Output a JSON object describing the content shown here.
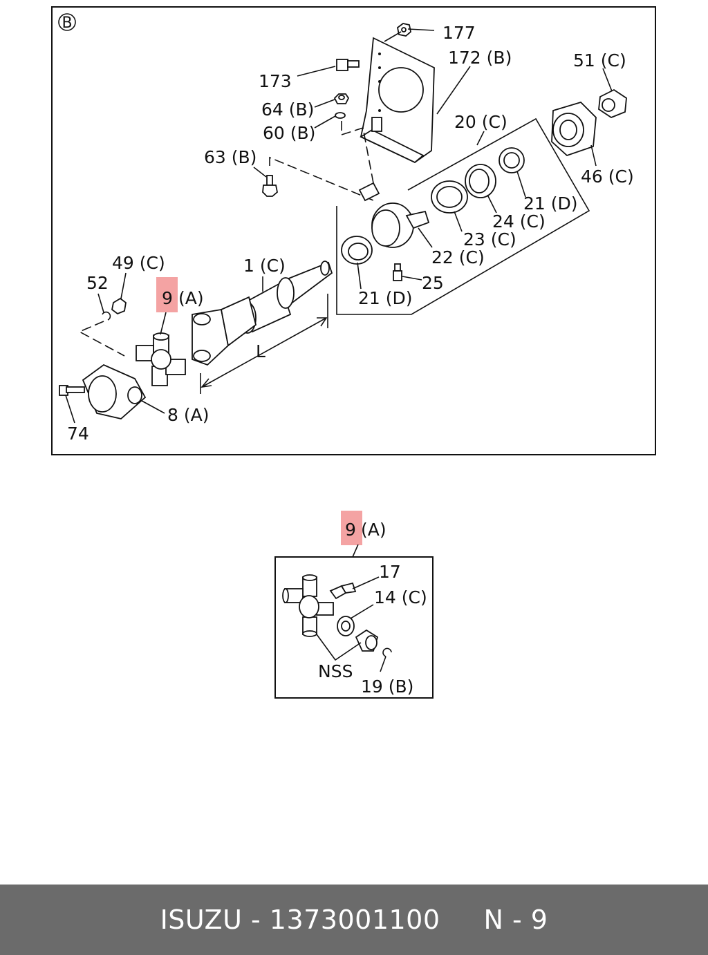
{
  "top_section": {
    "marker": "B",
    "labels": {
      "p177": "177",
      "p172": "172 (B)",
      "p173": "173",
      "p64": "64 (B)",
      "p60": "60 (B)",
      "p63": "63 (B)",
      "p20": "20 (C)",
      "p51": "51 (C)",
      "p46": "46 (C)",
      "p21d_right": "21 (D)",
      "p24": "24 (C)",
      "p23": "23 (C)",
      "p22": "22 (C)",
      "p25": "25",
      "p21d_left": "21 (D)",
      "p1": "1 (C)",
      "p49": "49 (C)",
      "p52": "52",
      "p9_num": "9",
      "p9_suffix": "(A)",
      "dim_L": "L",
      "p8": "8 (A)",
      "p74": "74"
    }
  },
  "bottom_section": {
    "labels": {
      "p9_num": "9",
      "p9_suffix": "(A)",
      "p17": "17",
      "p14": "14 (C)",
      "nss": "NSS",
      "p19": "19 (B)"
    }
  },
  "colors": {
    "highlight": "#f4a3a3",
    "footer_bg": "#6b6b6b",
    "footer_text": "#ffffff"
  },
  "footer": {
    "brand": "ISUZU",
    "separator": " - ",
    "part_number": "1373001100",
    "page_ref": "N - 9"
  }
}
